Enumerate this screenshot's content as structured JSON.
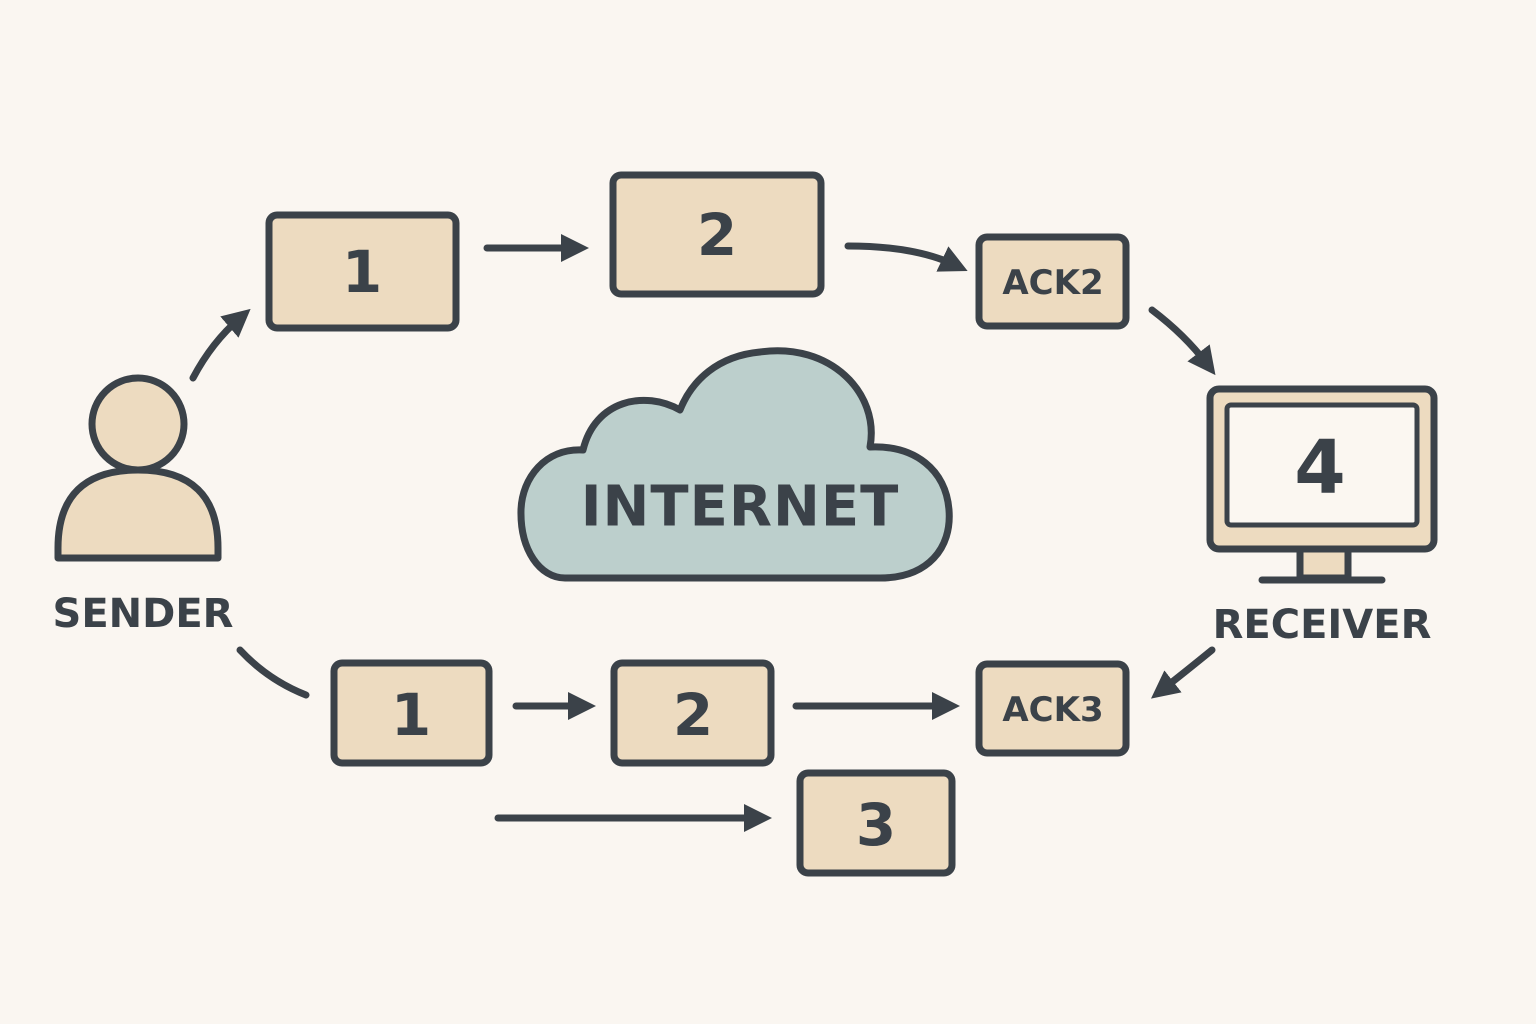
{
  "colors": {
    "background": "#faf6f1",
    "box_fill": "#eddbc0",
    "stroke": "#3b4249",
    "cloud_fill": "#bccfcc",
    "screen_fill": "#fbf7f1"
  },
  "sender": {
    "label": "SENDER",
    "icon": "person-icon"
  },
  "receiver": {
    "label": "RECEIVER",
    "icon": "monitor-icon",
    "screen_value": "4"
  },
  "cloud": {
    "label": "INTERNET",
    "icon": "cloud-icon"
  },
  "top_row": {
    "packet_1": "1",
    "packet_2": "2",
    "ack": "ACK2"
  },
  "bottom_row": {
    "packet_1": "1",
    "packet_2": "2",
    "ack": "ACK3",
    "packet_3": "3"
  }
}
